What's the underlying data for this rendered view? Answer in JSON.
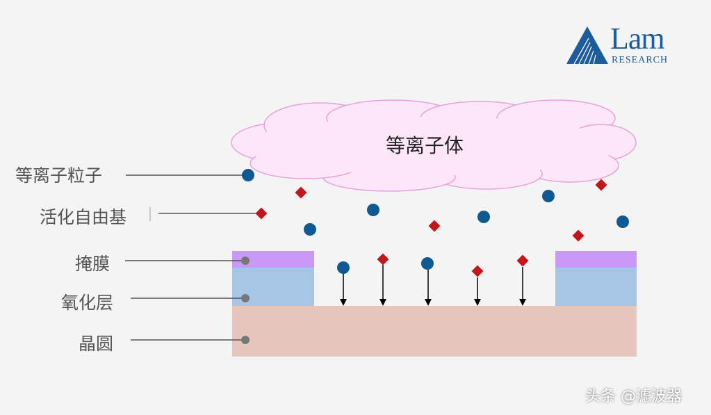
{
  "logo": {
    "name": "Lam",
    "sub": "RESEARCH",
    "color": "#1d5c9a"
  },
  "cloud": {
    "label": "等离子体",
    "fill": "#fde6f7",
    "stroke": "#e6a3d8"
  },
  "labels": {
    "plasma_particle": "等离子粒子",
    "radical": "活化自由基",
    "mask": "掩膜",
    "oxide": "氧化层",
    "wafer": "晶圆"
  },
  "layers": {
    "mask_color": "#c89af5",
    "oxide_color": "#a7c6e6",
    "wafer_color": "#e6c7bd"
  },
  "particles": {
    "ion_color": "#0f5a93",
    "radical_color": "#c4151c"
  },
  "watermark": "头条 @滤波器"
}
